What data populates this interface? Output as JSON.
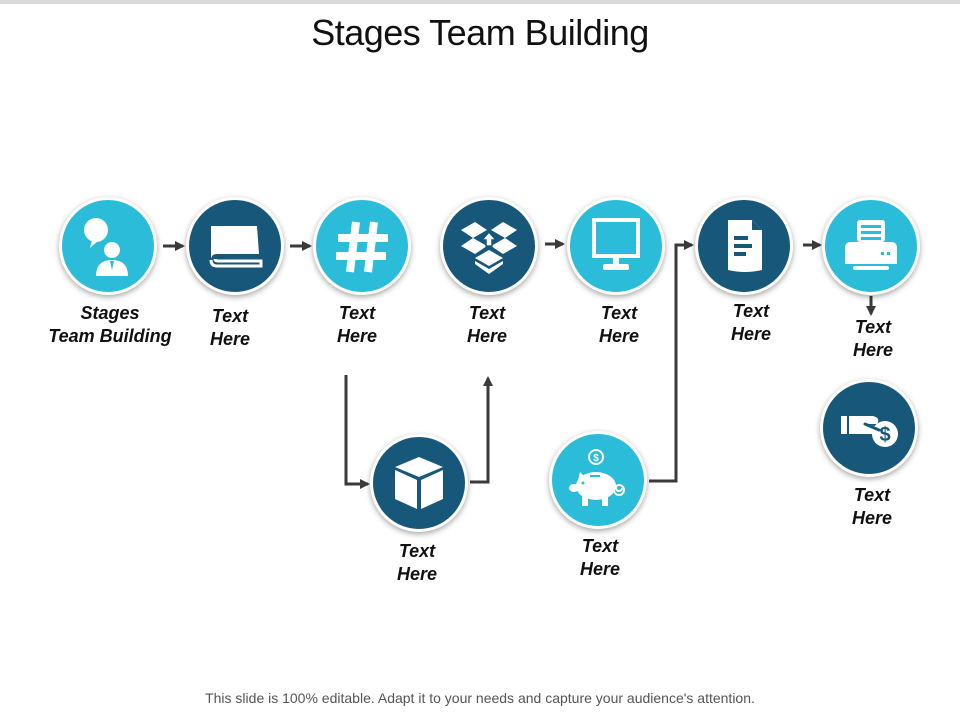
{
  "title": "Stages Team Building",
  "footer": "This slide is 100% editable.  Adapt it to your needs and capture your audience's attention.",
  "colors": {
    "light": "#2bbcd9",
    "dark": "#17587a",
    "connector": "#3a3a3a"
  },
  "nodes": [
    {
      "id": "n1",
      "icon": "person-speech-bubble-icon",
      "tone": "light",
      "label_line1": "Stages",
      "label_line2": "Team Building"
    },
    {
      "id": "n2",
      "icon": "book-icon",
      "tone": "dark",
      "label_line1": "Text",
      "label_line2": "Here"
    },
    {
      "id": "n3",
      "icon": "hashtag-icon",
      "tone": "light",
      "label_line1": "Text",
      "label_line2": "Here"
    },
    {
      "id": "n4",
      "icon": "dropbox-upload-icon",
      "tone": "dark",
      "label_line1": "Text",
      "label_line2": "Here"
    },
    {
      "id": "n5",
      "icon": "monitor-icon",
      "tone": "light",
      "label_line1": "Text",
      "label_line2": "Here"
    },
    {
      "id": "n6",
      "icon": "document-icon",
      "tone": "dark",
      "label_line1": "Text",
      "label_line2": "Here"
    },
    {
      "id": "n7",
      "icon": "printer-icon",
      "tone": "light",
      "label_line1": "Text",
      "label_line2": "Here"
    },
    {
      "id": "n8",
      "icon": "cube-icon",
      "tone": "dark",
      "label_line1": "Text",
      "label_line2": "Here"
    },
    {
      "id": "n9",
      "icon": "piggy-bank-icon",
      "tone": "light",
      "label_line1": "Text",
      "label_line2": "Here"
    },
    {
      "id": "n10",
      "icon": "hand-coin-icon",
      "tone": "dark",
      "label_line1": "Text",
      "label_line2": "Here"
    }
  ],
  "flow": [
    "n1",
    "n2",
    "n3",
    "n8",
    "n4",
    "n5",
    "n9",
    "n6",
    "n7",
    "n10"
  ]
}
